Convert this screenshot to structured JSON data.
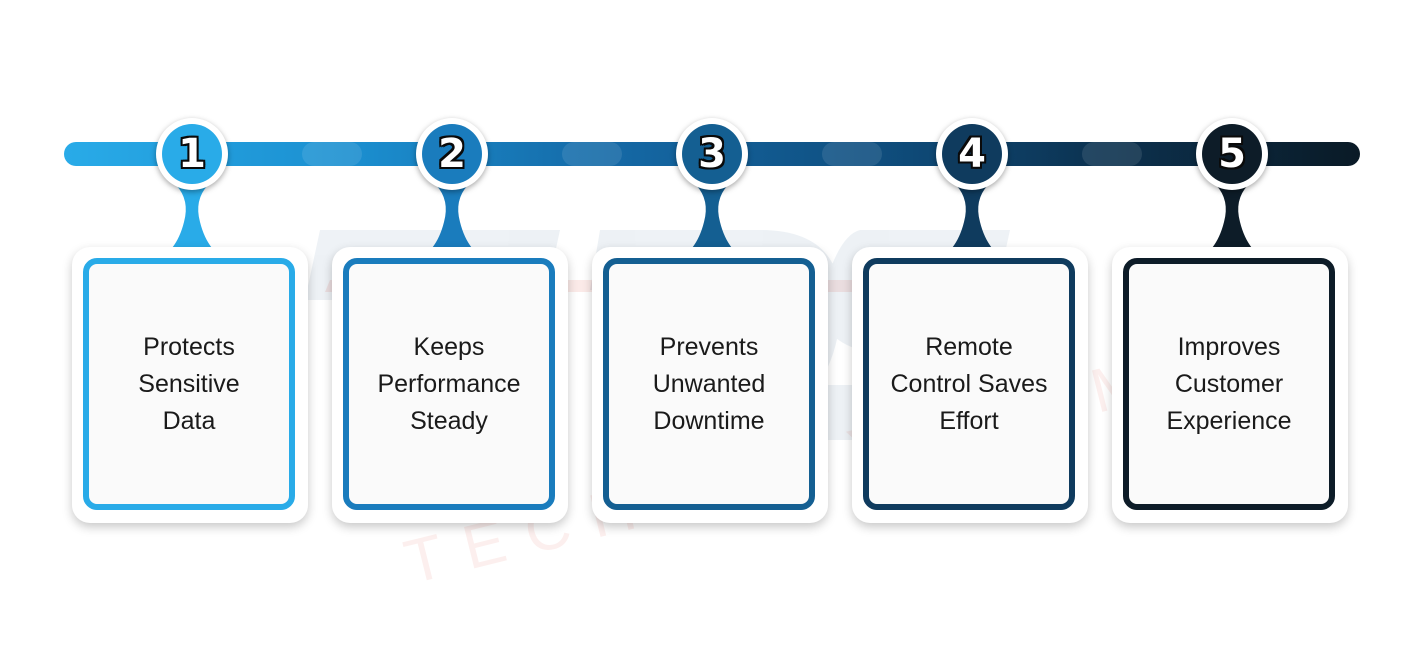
{
  "watermark": {
    "mark": "IDS",
    "subtitle": "TECHNOSYSTEMS"
  },
  "steps": [
    {
      "number": "1",
      "text": "Protects\nSensitive\nData",
      "color": "#29abe8"
    },
    {
      "number": "2",
      "text": "Keeps\nPerformance\nSteady",
      "color": "#1a7cbd"
    },
    {
      "number": "3",
      "text": "Prevents\nUnwanted\nDowntime",
      "color": "#145f92"
    },
    {
      "number": "4",
      "text": "Remote\nControl Saves\nEffort",
      "color": "#0f3b5e"
    },
    {
      "number": "5",
      "text": "Improves\nCustomer\nExperience",
      "color": "#0d1c28"
    }
  ]
}
